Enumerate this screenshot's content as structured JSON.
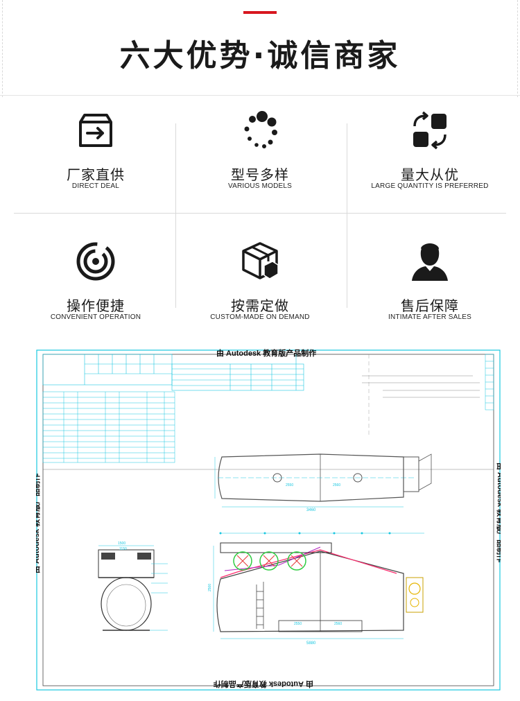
{
  "header": {
    "title": "六大优势·诚信商家",
    "accent_color": "#d7161f"
  },
  "features": [
    {
      "icon": "box-arrow-icon",
      "name": "厂家直供",
      "sub": "DIRECT DEAL"
    },
    {
      "icon": "loading-dots-icon",
      "name": "型号多样",
      "sub": "VARIOUS MODELS"
    },
    {
      "icon": "swap-blocks-icon",
      "name": "量大从优",
      "sub": "LARGE QUANTITY IS PREFERRED"
    },
    {
      "icon": "target-rings-icon",
      "name": "操作便捷",
      "sub": "CONVENIENT OPERATION"
    },
    {
      "icon": "package-box-icon",
      "name": "按需定做",
      "sub": "CUSTOM-MADE ON DEMAND"
    },
    {
      "icon": "person-silhouette-icon",
      "name": "售后保障",
      "sub": "INTIMATE AFTER SALES"
    }
  ],
  "drawing": {
    "watermark": "由 Autodesk 教育版产品制作",
    "line_color": "#18c7e0",
    "accent_green": "#2ecc40",
    "dimensions": {
      "top_length": "3460",
      "top_left": "2550",
      "top_right": "2560",
      "bottom_total": "5880",
      "bottom_left": "2550",
      "bottom_right": "2560",
      "side_width": "1500",
      "side_inner": "1150",
      "height": "2500"
    }
  }
}
